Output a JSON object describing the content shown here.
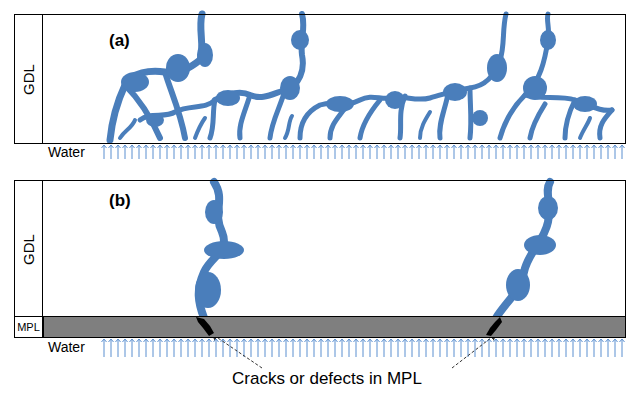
{
  "diagram": {
    "nodes": [
      {
        "text": [
          "(a)"
        ]
      },
      {
        "text": [
          "GDL"
        ],
        "in": 0
      },
      {
        "text": [
          "(b)"
        ]
      },
      {
        "text": [
          "GDL"
        ],
        "in": 2
      },
      {
        "text": [
          "MPL"
        ]
      }
    ],
    "labels": [
      "Water",
      "Water",
      "Cracks or defects in MPL"
    ]
  }
}
